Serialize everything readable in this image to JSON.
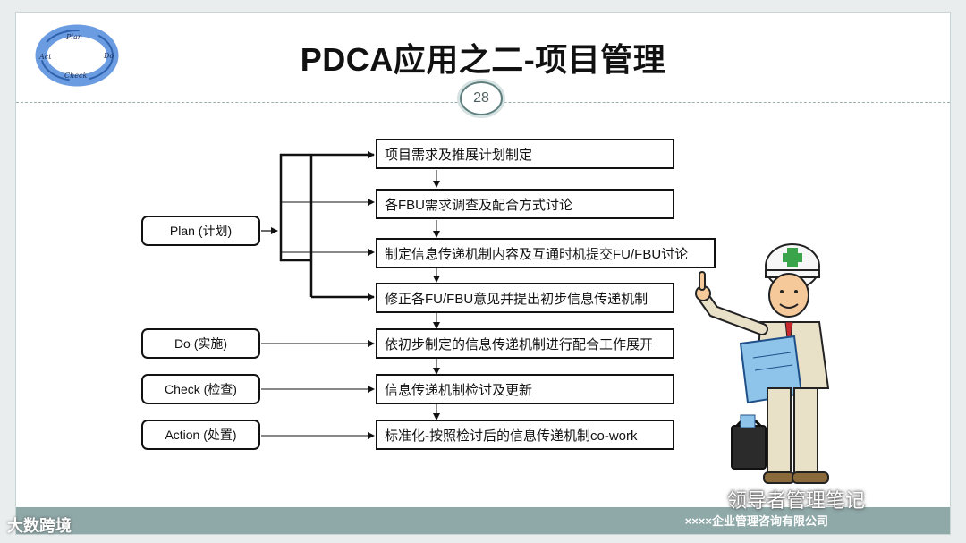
{
  "slide": {
    "title": "PDCA应用之二-项目管理",
    "page_number": "28",
    "company": "××××企业管理咨询有限公司"
  },
  "logo": {
    "plan": "Plan",
    "do": "Do",
    "check": "Check",
    "act": "Act"
  },
  "phases": {
    "plan": "Plan (计划)",
    "do": "Do (实施)",
    "check": "Check (检查)",
    "action": "Action (处置)"
  },
  "steps": [
    "项目需求及推展计划制定",
    "各FBU需求调查及配合方式讨论",
    "制定信息传递机制内容及互通时机提交FU/FBU讨论",
    "修正各FU/FBU意见并提出初步信息传递机制",
    "依初步制定的信息传递机制进行配合工作展开",
    "信息传递机制检讨及更新",
    "标准化-按照检讨后的信息传递机制co-work"
  ],
  "watermarks": {
    "left": "大数跨境",
    "right": "领导者管理笔记"
  },
  "colors": {
    "footer": "#8fa8a8",
    "logo_arrow": "#4a80c8",
    "border": "#111111"
  }
}
